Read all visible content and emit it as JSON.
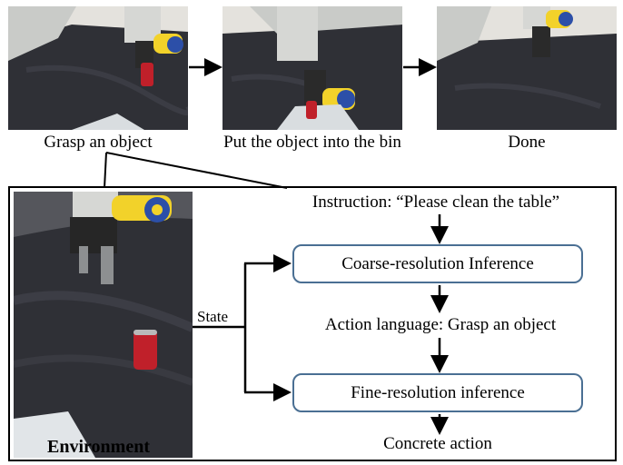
{
  "top_steps": [
    {
      "caption": "Grasp an object"
    },
    {
      "caption": "Put the object into the bin"
    },
    {
      "caption": "Done"
    }
  ],
  "flow": {
    "instruction": "Instruction: “Please clean the table”",
    "coarse_box": "Coarse-resolution Inference",
    "action_language": "Action language: Grasp an object",
    "fine_box": "Fine-resolution inference",
    "output": "Concrete action"
  },
  "environment_label": "Environment",
  "state_label": "State",
  "colors": {
    "box_border": "#4a6f93",
    "arrow": "#000000",
    "cloth": "#2f3036",
    "robot": "#c9cbc8",
    "gripper_yellow": "#f2d22a",
    "gripper_blue": "#2c4fa8",
    "can_red": "#c0202a"
  }
}
